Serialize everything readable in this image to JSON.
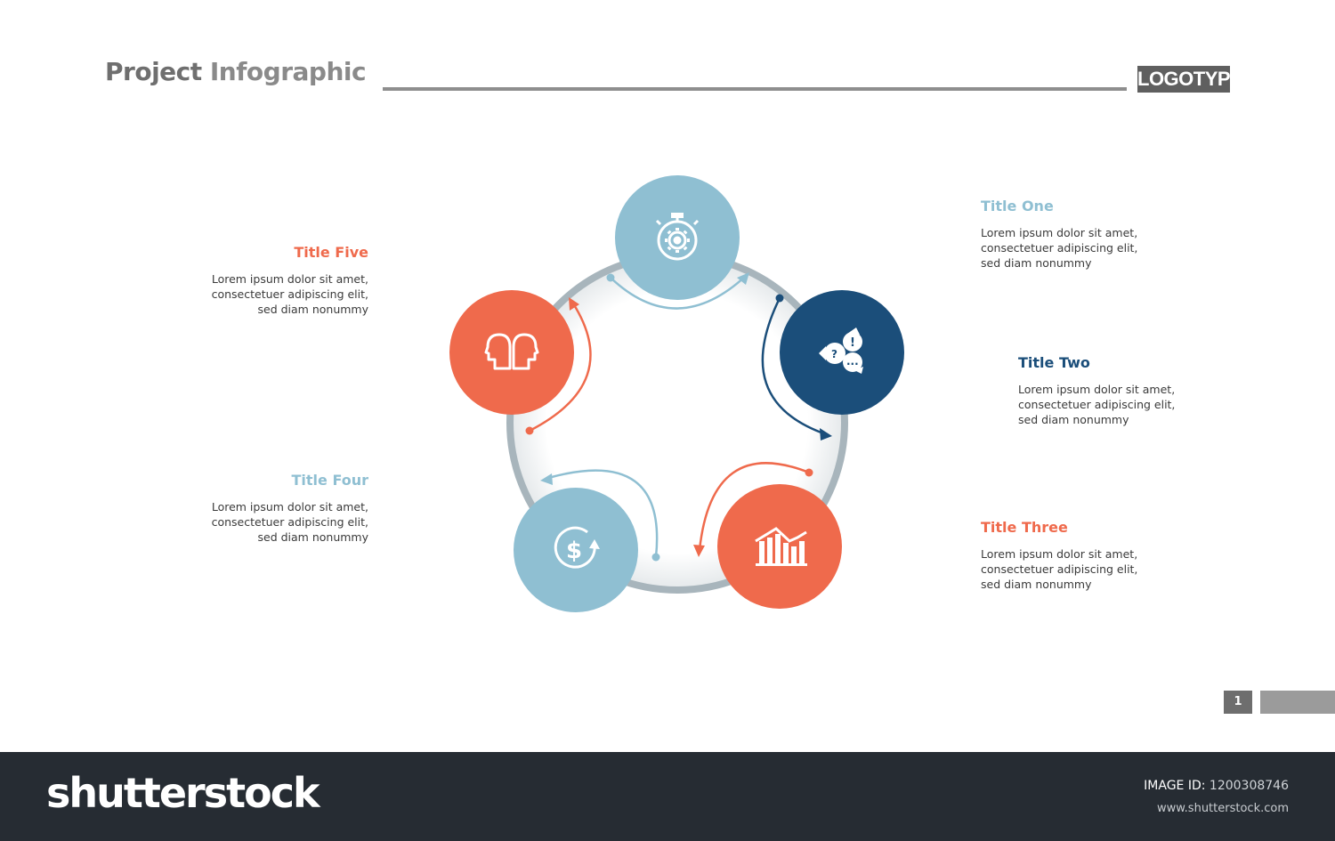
{
  "header": {
    "title_part1": "Project",
    "title_part2": "Infographic",
    "logotype": "LOGOTYPE"
  },
  "steps": [
    {
      "title": "Title One",
      "color": "#7fb3c8",
      "icon": "stopwatch-gear-icon",
      "lines": [
        "Lorem ipsum dolor sit amet,",
        "consectetuer adipiscing elit,",
        "sed diam nonummy"
      ]
    },
    {
      "title": "Title Two",
      "color": "#1b4e7a",
      "icon": "speech-bubbles-icon",
      "lines": [
        "Lorem ipsum dolor sit amet,",
        "consectetuer adipiscing elit,",
        "sed diam nonummy"
      ]
    },
    {
      "title": "Title Three",
      "color": "#ef6a4c",
      "icon": "bar-chart-icon",
      "lines": [
        "Lorem ipsum dolor sit amet,",
        "consectetuer adipiscing elit,",
        "sed diam nonummy"
      ]
    },
    {
      "title": "Title Four",
      "color": "#7fb3c8",
      "icon": "dollar-refresh-icon",
      "lines": [
        "Lorem ipsum dolor sit amet,",
        "consectetuer adipiscing elit,",
        "sed diam nonummy"
      ]
    },
    {
      "title": "Title Five",
      "color": "#ef6a4c",
      "icon": "two-heads-icon",
      "lines": [
        "Lorem ipsum dolor sit amet,",
        "consectetuer adipiscing elit,",
        "sed diam nonummy"
      ]
    }
  ],
  "colors": {
    "light_blue": "#8fbfd2",
    "dark_blue": "#1b4e7a",
    "orange": "#ef6a4c",
    "ring": "#a3b1b8"
  },
  "page": {
    "number": "1"
  },
  "footer": {
    "brand": "shutterstock",
    "image_id_label": "IMAGE ID:",
    "image_id": "1200308746",
    "url": "www.shutterstock.com"
  }
}
